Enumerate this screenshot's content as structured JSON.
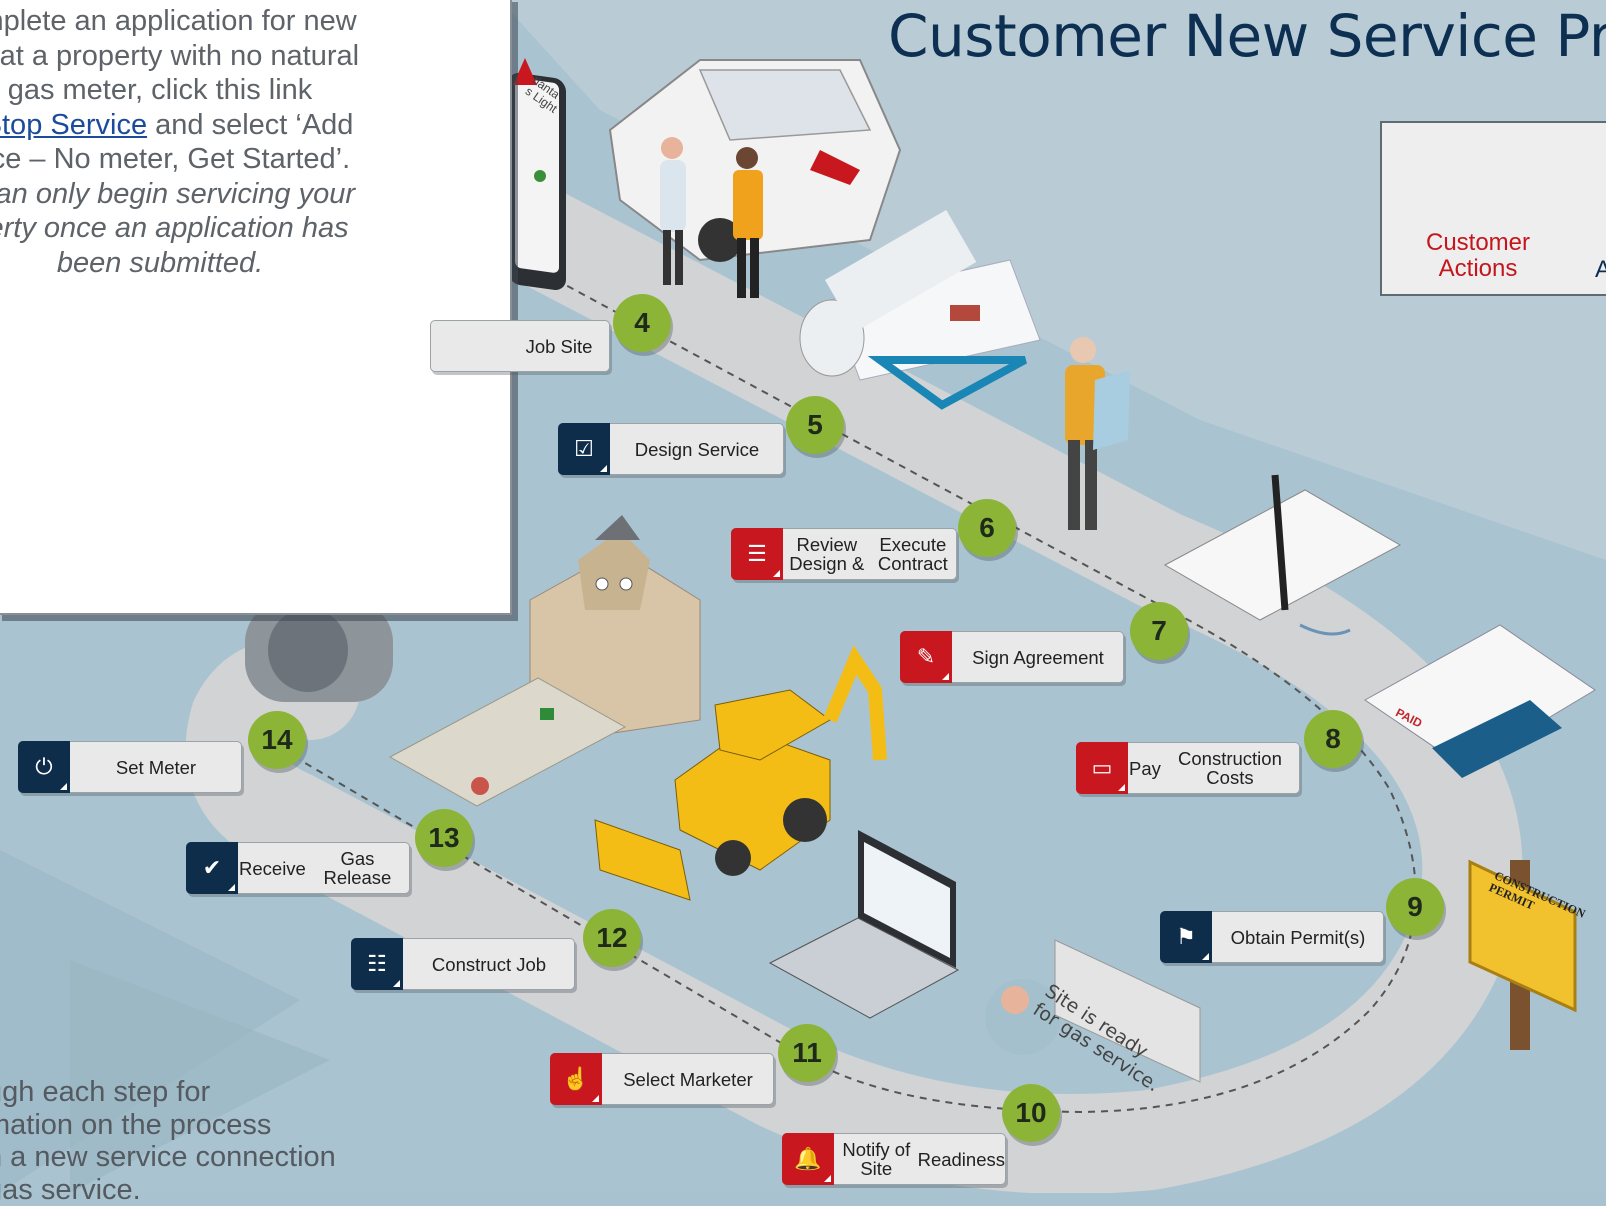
{
  "header": {
    "title": "Customer New Service Pro"
  },
  "legend": {
    "customer_line1": "Customer",
    "customer_line2": "Actions",
    "right_partial": "A"
  },
  "popup": {
    "lines": [
      "omplete an application for new",
      "ce at a property with no natural",
      "gas meter, click this link"
    ],
    "link_text": "t/Stop Service",
    "after_link": " and select ‘Add",
    "line5": "vice – No meter, Get Started’.",
    "note_lines": [
      ". can only begin servicing your",
      "perty once an application has",
      "been submitted."
    ]
  },
  "bottom_text": [
    "ugh each step for",
    "mation on the process",
    "h a new service connection",
    "gas service."
  ],
  "steps": [
    {
      "num": "4",
      "label": "Job Site",
      "color": "navy"
    },
    {
      "num": "5",
      "label": "Design Service",
      "color": "navy"
    },
    {
      "num": "6",
      "label_line1": "Review Design &",
      "label_line2": "Execute Contract",
      "color": "red"
    },
    {
      "num": "7",
      "label": "Sign Agreement",
      "color": "red"
    },
    {
      "num": "8",
      "label_line1": "Pay",
      "label_line2": "Construction Costs",
      "color": "red"
    },
    {
      "num": "9",
      "label": "Obtain Permit(s)",
      "color": "navy"
    },
    {
      "num": "10",
      "label_line1": "Notify of Site",
      "label_line2": "Readiness",
      "color": "red"
    },
    {
      "num": "11",
      "label": "Select Marketer",
      "color": "red"
    },
    {
      "num": "12",
      "label": "Construct Job",
      "color": "navy"
    },
    {
      "num": "13",
      "label_line1": "Receive",
      "label_line2": "Gas Release",
      "color": "navy"
    },
    {
      "num": "14",
      "label": "Set Meter",
      "color": "navy"
    }
  ],
  "speech_bubble": {
    "line1": "Site is ready",
    "line2": "for gas service."
  },
  "phone_brand": {
    "line1": "tlanta",
    "line2": "s Light"
  },
  "permit_sign": {
    "line1": "CONSTRUCTION",
    "line2": "PERMIT"
  },
  "paid_tag": "PAID",
  "colors": {
    "navy": "#0e2d4a",
    "red": "#c8171e",
    "badge_green": "#8cb437",
    "title": "#0d2f52"
  }
}
